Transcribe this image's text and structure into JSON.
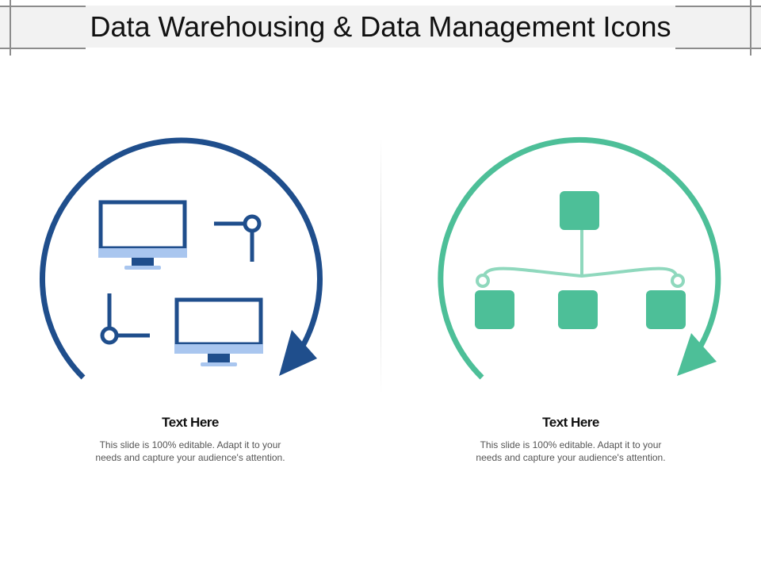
{
  "slide": {
    "title": "Data Warehousing & Data Management Icons"
  },
  "colors": {
    "left_accent": "#1f4e8c",
    "left_light": "#a9c6ef",
    "right_accent": "#4dbf98",
    "right_light": "#8fd8bd"
  },
  "panels": [
    {
      "icon": "networked-computers-icon",
      "heading": "Text Here",
      "body": "This slide is 100% editable. Adapt it to your needs and capture your audience's attention."
    },
    {
      "icon": "hierarchy-network-icon",
      "heading": "Text Here",
      "body": "This slide is 100% editable. Adapt it to your needs and capture your audience's attention."
    }
  ]
}
